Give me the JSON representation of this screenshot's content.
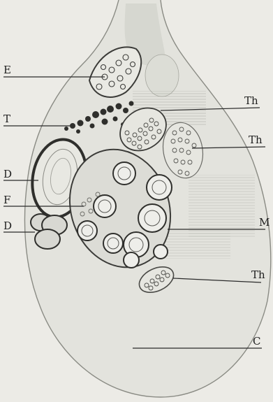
{
  "diagram": {
    "labels": {
      "E": "E",
      "T": "T",
      "Th1": "Th",
      "Th2": "Th",
      "D1": "D",
      "F": "F",
      "D2": "D",
      "M": "M",
      "Th3": "Th",
      "C": "C"
    },
    "colors": {
      "paper": "#ecebe6",
      "ink": "#2a2a2a",
      "wash": "#d9dad3",
      "shade": "#bfc0b8"
    }
  }
}
